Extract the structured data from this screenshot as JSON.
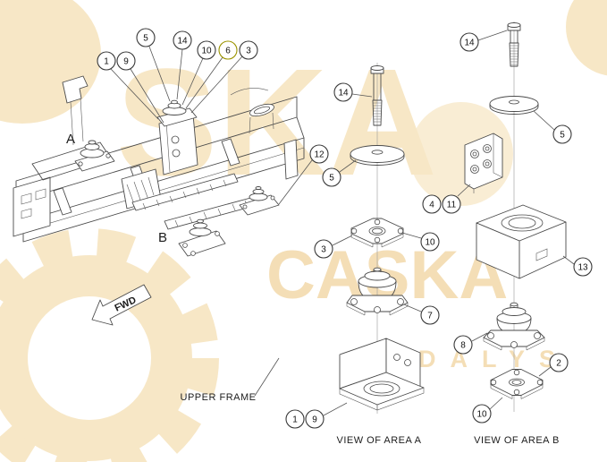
{
  "meta": {
    "highlight_color": "#efe73a",
    "watermark_color": "#f7e7c6",
    "watermark_color_deep": "#f4deb6",
    "line_color": "#4a4a4a",
    "background": "#ffffff"
  },
  "watermark": {
    "big_text": "SKA",
    "brand_text": "CASKA",
    "sub_text": "DALYS"
  },
  "labels": {
    "area_a": "A",
    "area_b": "B",
    "fwd": "FWD",
    "upper_frame": "UPPER FRAME",
    "view_a": "VIEW OF AREA A",
    "view_b": "VIEW OF AREA  B"
  },
  "callouts": {
    "main": [
      "1",
      "9",
      "5",
      "14",
      "10",
      "6",
      "3",
      "12"
    ],
    "view_a": [
      "14",
      "5",
      "3",
      "10",
      "7",
      "1",
      "9"
    ],
    "view_b": [
      "14",
      "5",
      "4",
      "11",
      "13",
      "8",
      "2",
      "10"
    ]
  }
}
